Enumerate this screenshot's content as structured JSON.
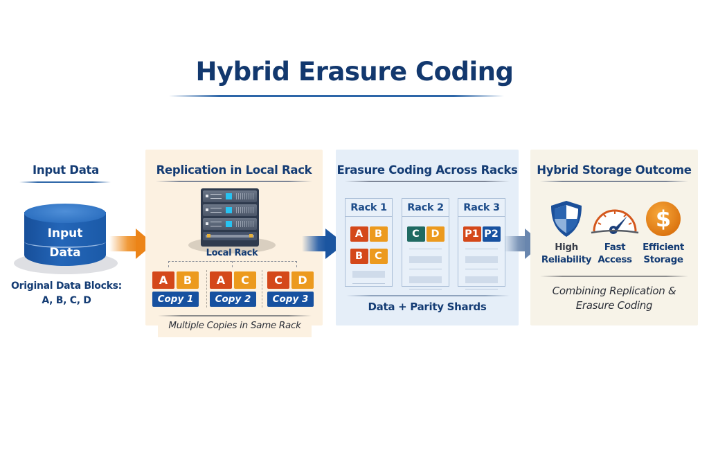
{
  "title": "Hybrid Erasure Coding",
  "input": {
    "heading": "Input Data",
    "database_label_line1": "Input",
    "database_label_line2": "Data",
    "caption_line1": "Original Data Blocks:",
    "caption_line2": "A, B, C, D",
    "icon": "database-icon"
  },
  "replication": {
    "heading": "Replication in Local Rack",
    "server_label": "Local Rack",
    "server_icon": "server-rack-icon",
    "copies": [
      {
        "blocks": [
          {
            "label": "A",
            "color": "#d4481a"
          },
          {
            "label": "B",
            "color": "#ec9a1e"
          }
        ],
        "tag": "Copy 1"
      },
      {
        "blocks": [
          {
            "label": "A",
            "color": "#d4481a"
          },
          {
            "label": "C",
            "color": "#ec9a1e"
          }
        ],
        "tag": "Copy 2"
      },
      {
        "blocks": [
          {
            "label": "C",
            "color": "#d4481a"
          },
          {
            "label": "D",
            "color": "#ec9a1e"
          }
        ],
        "tag": "Copy 3"
      }
    ],
    "caption": "Multiple Copies in Same Rack"
  },
  "erasure": {
    "heading": "Erasure Coding Across Racks",
    "racks": [
      {
        "name": "Rack 1",
        "rows": [
          [
            {
              "label": "A",
              "color": "#d4481a"
            },
            {
              "label": "B",
              "color": "#ec9a1e"
            }
          ],
          [
            {
              "label": "B",
              "color": "#d4481a"
            },
            {
              "label": "C",
              "color": "#ec9a1e"
            }
          ]
        ]
      },
      {
        "name": "Rack 2",
        "rows": [
          [
            {
              "label": "C",
              "color": "#1f6a62"
            },
            {
              "label": "D",
              "color": "#ec9a1e"
            }
          ]
        ]
      },
      {
        "name": "Rack 3",
        "rows": [
          [
            {
              "label": "P1",
              "color": "#d4481a"
            },
            {
              "label": "P2",
              "color": "#1751a0"
            }
          ]
        ]
      }
    ],
    "caption": "Data + Parity Shards"
  },
  "outcome": {
    "heading": "Hybrid Storage Outcome",
    "items": [
      {
        "line1": "High",
        "line2": "Reliability",
        "icon": "shield-icon",
        "line1_color": "#3a3f4a"
      },
      {
        "line1": "Fast",
        "line2": "Access",
        "icon": "speedometer-icon",
        "line1_color": "#143c74"
      },
      {
        "line1": "Efficient",
        "line2": "Storage",
        "icon": "dollar-coin-icon",
        "line1_color": "#143c74"
      }
    ],
    "caption_line1": "Combining Replication &",
    "caption_line2": "Erasure Coding"
  },
  "colors": {
    "title": "#12386e",
    "replication_panel": "#fcf1e1",
    "erasure_panel": "#e5eef8",
    "outcome_panel": "#f7f3e8",
    "arrow_orange": "#ec8418",
    "arrow_blue": "#1b55a0",
    "arrow_gray_blue": "#6986ae"
  }
}
